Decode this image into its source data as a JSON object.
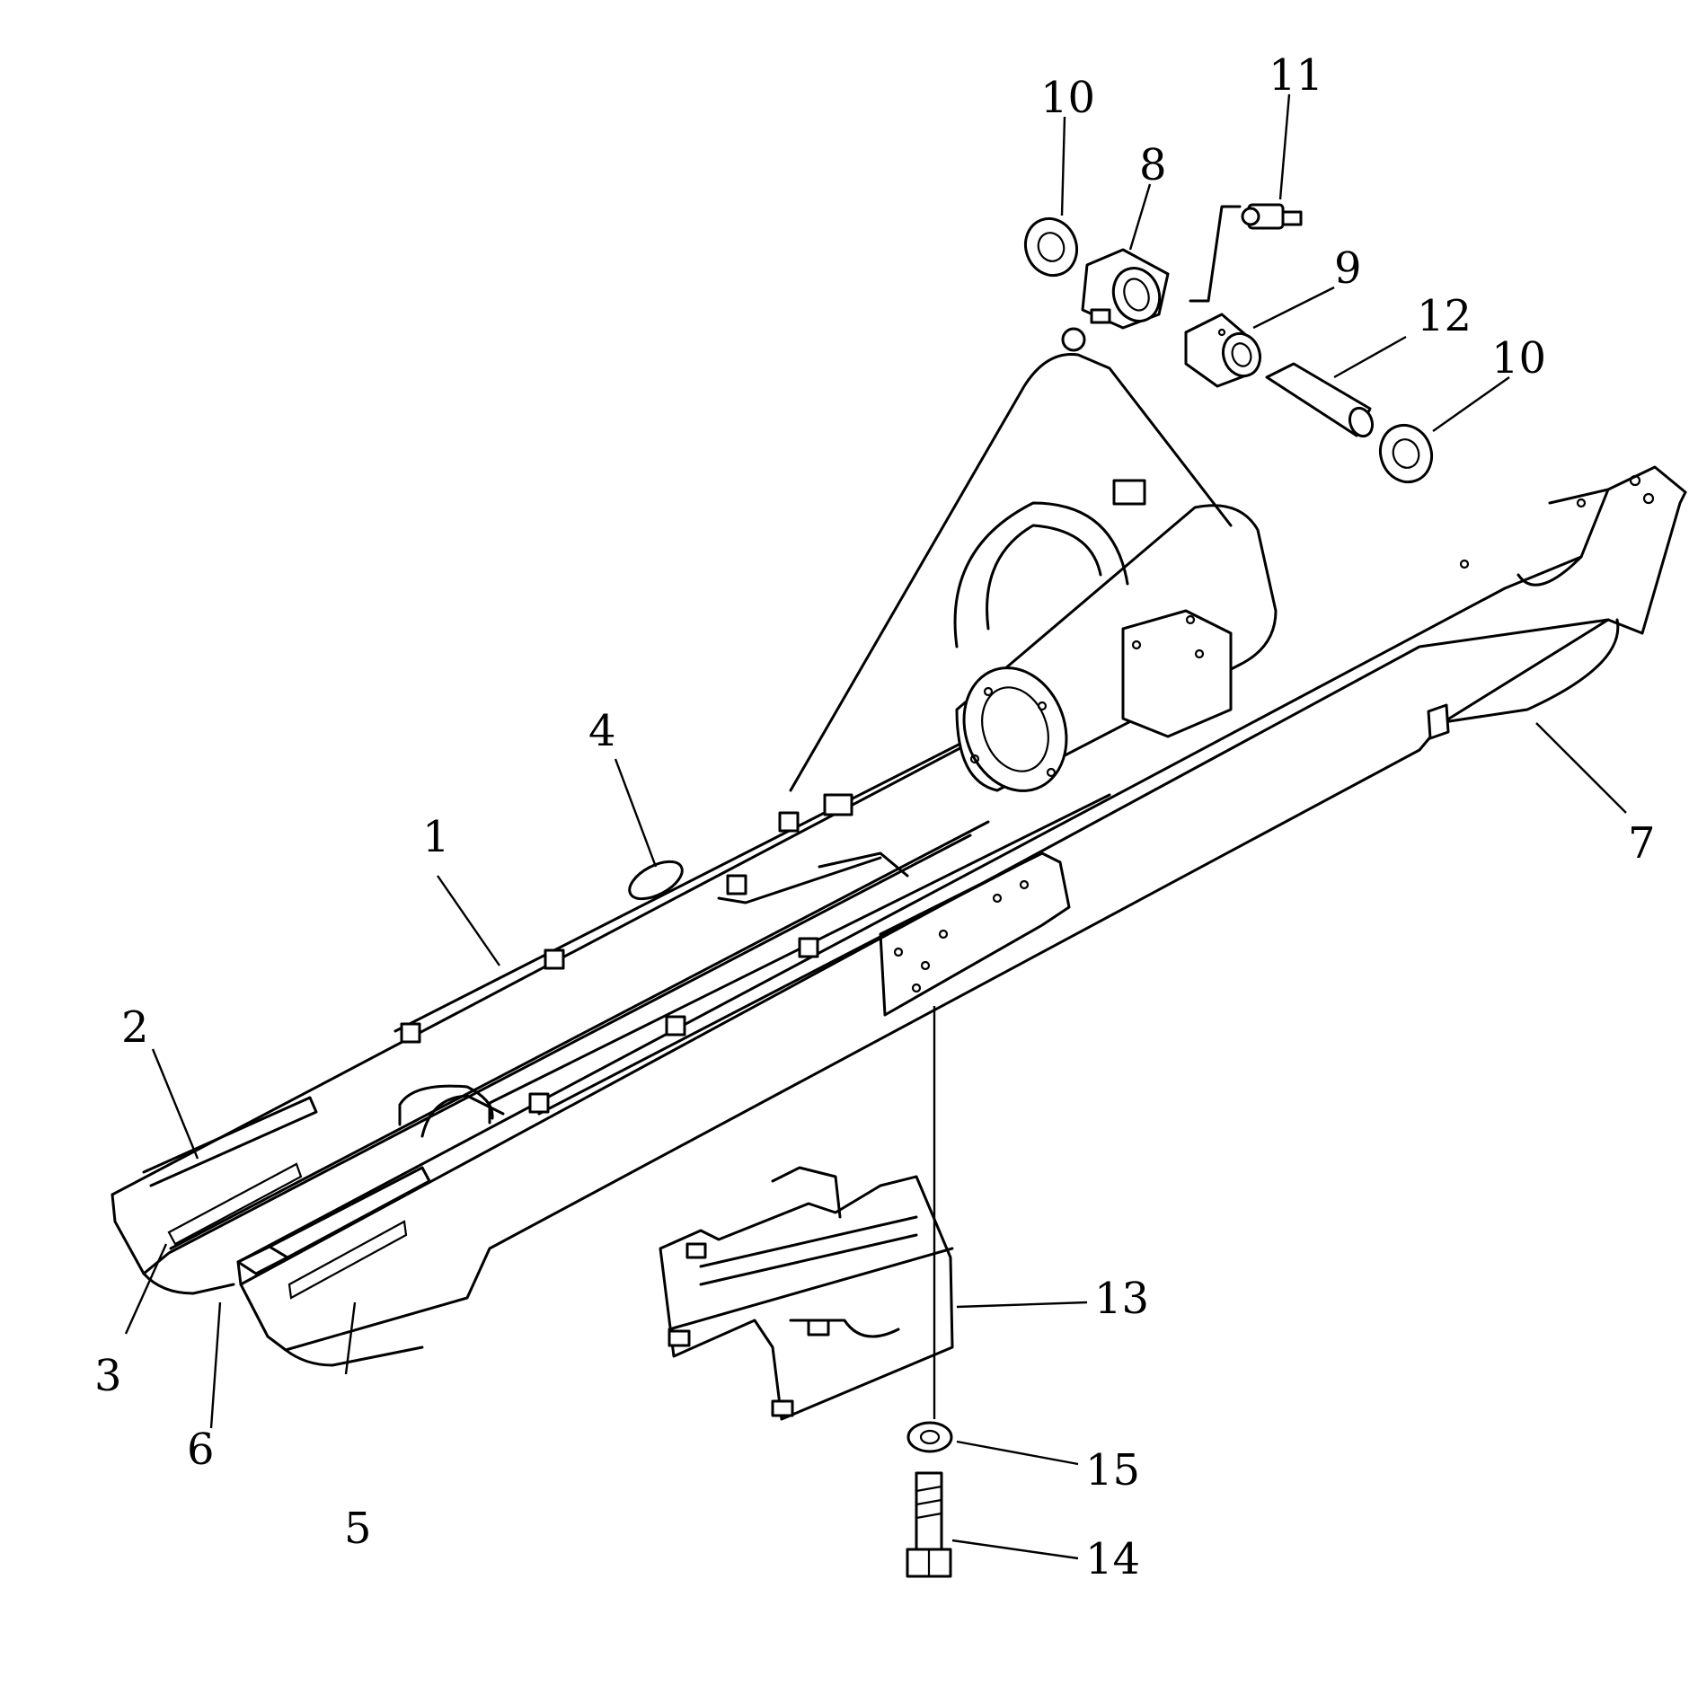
{
  "diagram": {
    "part_numbers": [
      {
        "id": "1",
        "label": "1"
      },
      {
        "id": "2",
        "label": "2"
      },
      {
        "id": "3",
        "label": "3"
      },
      {
        "id": "4",
        "label": "4"
      },
      {
        "id": "5",
        "label": "5"
      },
      {
        "id": "6",
        "label": "6"
      },
      {
        "id": "7",
        "label": "7"
      },
      {
        "id": "8",
        "label": "8"
      },
      {
        "id": "9",
        "label": "9"
      },
      {
        "id": "10a",
        "label": "10"
      },
      {
        "id": "10b",
        "label": "10"
      },
      {
        "id": "11",
        "label": "11"
      },
      {
        "id": "12",
        "label": "12"
      },
      {
        "id": "13",
        "label": "13"
      },
      {
        "id": "14",
        "label": "14"
      },
      {
        "id": "15",
        "label": "15"
      }
    ],
    "line_color": "#000000",
    "background_color": "#ffffff"
  }
}
